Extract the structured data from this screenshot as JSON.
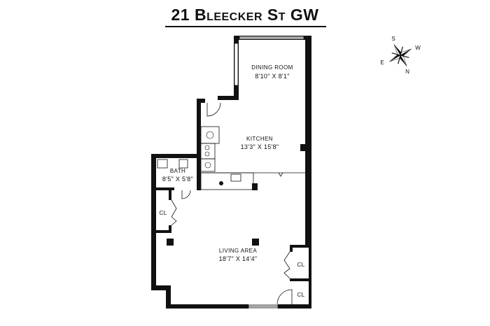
{
  "title": "21 Bleecker St GW",
  "rooms": {
    "dining": {
      "name": "DINING ROOM",
      "dims": "8'10\" X 8'1\""
    },
    "kitchen": {
      "name": "KITCHEN",
      "dims": "13'3\" X 15'8\""
    },
    "bath": {
      "name": "BATH",
      "dims": "8'5\" X 5'8\""
    },
    "living": {
      "name": "LIVING AREA",
      "dims": "18'7\" X 14'4\""
    },
    "closet_left": {
      "name": "CL"
    },
    "closet_right_upper": {
      "name": "CL"
    },
    "closet_right_lower": {
      "name": "CL"
    }
  },
  "compass": {
    "s": "S",
    "w": "W",
    "e": "E",
    "n": "N"
  }
}
